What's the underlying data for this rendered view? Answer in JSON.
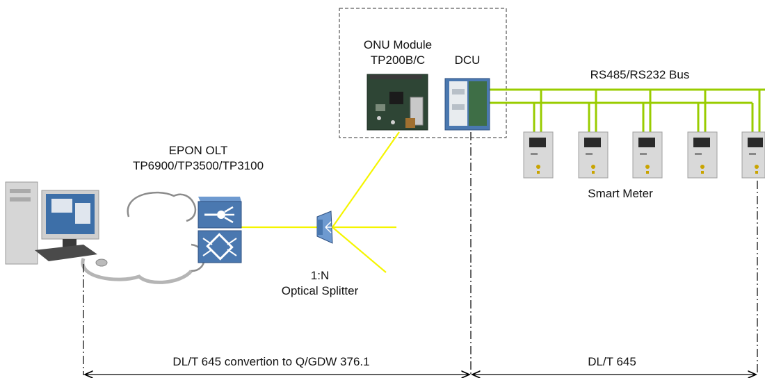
{
  "onu": {
    "line1": "ONU Module",
    "line2": "TP200B/C"
  },
  "dcu": {
    "label": "DCU"
  },
  "bus": {
    "label": "RS485/RS232 Bus"
  },
  "olt": {
    "line1": "EPON OLT",
    "line2": "TP6900/TP3500/TP3100"
  },
  "splitter": {
    "line1": "1:N",
    "line2": "Optical Splitter"
  },
  "meters": {
    "label": "Smart Meter",
    "count": 5
  },
  "segments": [
    {
      "label": "DL/T 645 convertion to Q/GDW 376.1"
    },
    {
      "label": "DL/T 645"
    }
  ],
  "colors": {
    "fiber": "#f5f500",
    "bus": "#99cc00",
    "device_blue": "#4a78b0",
    "meter_gray": "#d9d9d9"
  }
}
